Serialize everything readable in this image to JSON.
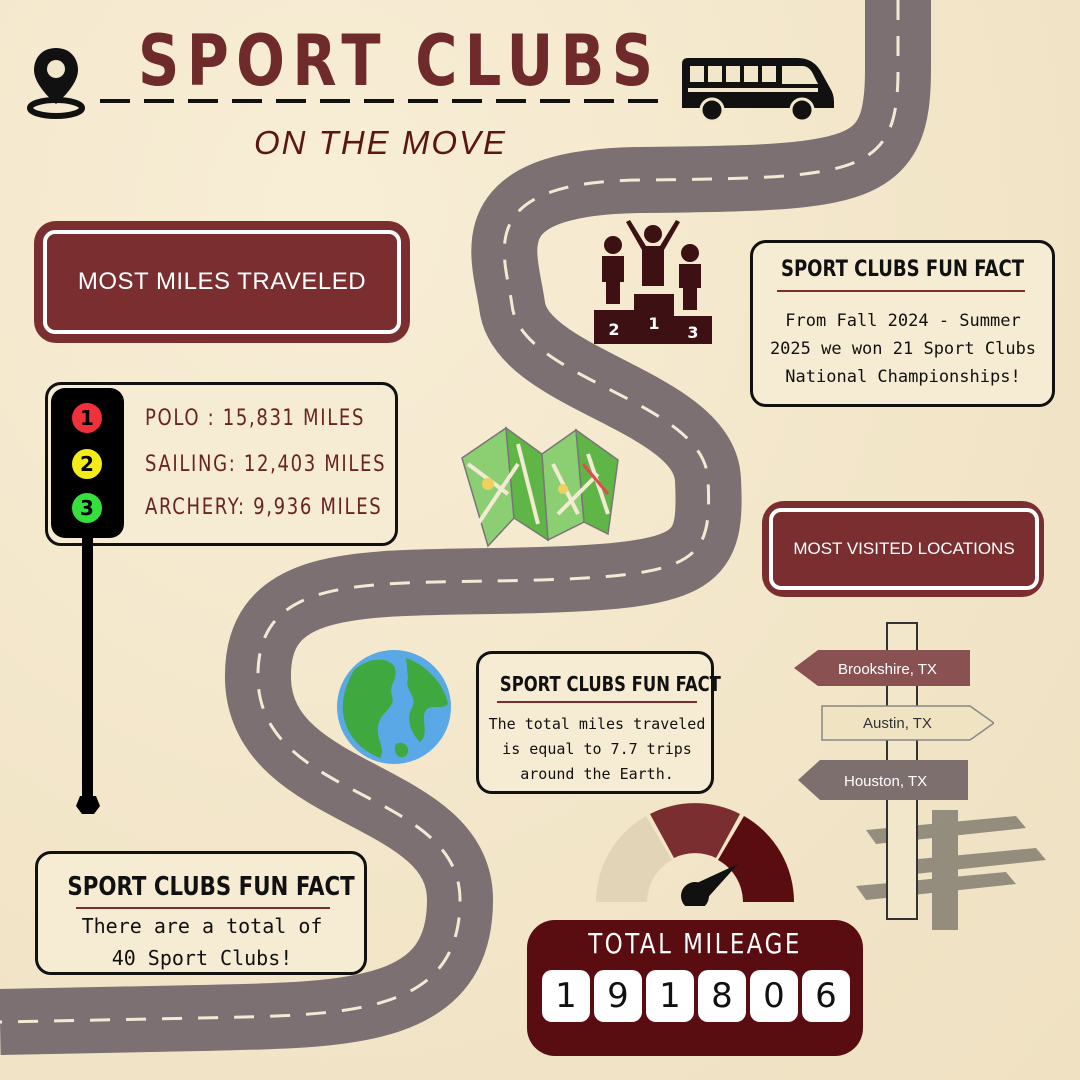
{
  "header": {
    "title": "SPORT CLUBS",
    "subtitle": "ON THE MOVE"
  },
  "most_miles": {
    "heading": "MOST MILES TRAVELED",
    "entries": [
      {
        "rank": "1",
        "text": "POLO : 15,831 MILES",
        "color": "#f0303a"
      },
      {
        "rank": "2",
        "text": "SAILING: 12,403 MILES",
        "color": "#f4ec19"
      },
      {
        "rank": "3",
        "text": "ARCHERY: 9,936 MILES",
        "color": "#35e03c"
      }
    ]
  },
  "fun_facts": [
    {
      "title": "SPORT CLUBS FUN FACT",
      "body": "From Fall 2024 - Summer 2025 we won 21 Sport Clubs National Championships!"
    },
    {
      "title": "SPORT CLUBS FUN FACT",
      "body": "The total miles traveled is equal to 7.7 trips around the Earth."
    },
    {
      "title": "SPORT CLUBS FUN FACT",
      "body": "There are a total of 40 Sport Clubs!"
    }
  ],
  "podium": {
    "places": [
      "2",
      "1",
      "3"
    ]
  },
  "locations": {
    "heading": "MOST VISITED LOCATIONS",
    "signs": [
      "Brookshire, TX",
      "Austin, TX",
      "Houston, TX"
    ]
  },
  "mileage": {
    "label": "TOTAL MILEAGE",
    "digits": [
      "1",
      "9",
      "1",
      "8",
      "0",
      "6"
    ]
  },
  "icons": [
    "map-pin-icon",
    "bus-icon",
    "podium-icon",
    "folded-map-icon",
    "globe-icon",
    "traffic-light-icon",
    "signpost-icon",
    "speedometer-icon"
  ],
  "colors": {
    "maroon": "#7a2e30",
    "road": "#7c7072",
    "background": "#f3e7cb",
    "dark_maroon": "#5a1614"
  }
}
